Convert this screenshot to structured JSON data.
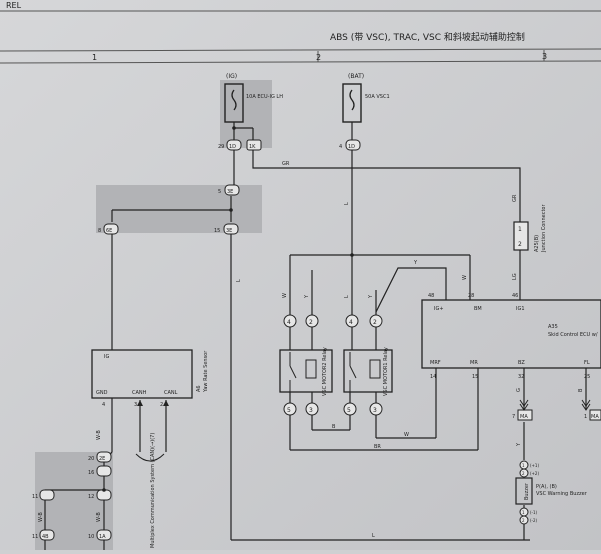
{
  "header": {
    "title": "ABS (带 VSC), TRAC, VSC 和斜坡起动辅助控制",
    "corner": "REL"
  },
  "columns": [
    "1",
    "2",
    "3"
  ],
  "fuses": {
    "ig_label": "(IG)",
    "ig_text": "10A ECU-IG LH",
    "bat_label": "(BAT)",
    "bat_text": "50A VSC1"
  },
  "pins": {
    "p29": "29",
    "p1d": "1D",
    "p1k": "1K",
    "p4": "4",
    "p1d2": "1D",
    "p5": "5",
    "p3e": "3E",
    "p8": "8",
    "p6e": "6E",
    "p15": "15",
    "p3e2": "3E",
    "p20": "20",
    "p2e": "2E",
    "p11a": "11",
    "p12": "12",
    "p16": "16",
    "p11b": "11",
    "p4b": "4B",
    "p10": "10",
    "p1a": "1A"
  },
  "wire_colors": {
    "gr": "GR",
    "l_a": "L",
    "l_b": "L",
    "y_top": "Y",
    "w1": "W",
    "y1": "Y",
    "l2": "L",
    "y2": "Y",
    "w3": "W",
    "b_bot": "B",
    "w_bot": "W",
    "br_bot": "BR",
    "g_right": "G",
    "b_right": "B",
    "y_right": "Y",
    "w_b1": "W-B",
    "w_b2": "W-B",
    "w_b3": "W-B",
    "lg": "LG",
    "gr_vert": "GR",
    "l_bottom": "L"
  },
  "relays": {
    "motor2_label": "VSC MOTOR2 Relay",
    "motor1_label": "VSC MOTOR1 Relay",
    "pins_left": [
      "4",
      "2",
      "5",
      "3"
    ],
    "pins_right": [
      "4",
      "2",
      "5",
      "3"
    ]
  },
  "connector": {
    "id": "A25(B)",
    "name": "Junction Connector",
    "pins": [
      "1",
      "2"
    ]
  },
  "yaw_sensor": {
    "id": "A6",
    "name": "Yaw Rate Sensor",
    "pin_ig": "IG",
    "pin_gnd": "GND",
    "pin_canh": "CANH",
    "pin_canl": "CANL",
    "num_4": "4",
    "num_3": "3",
    "num_2": "2"
  },
  "ecu": {
    "id": "A35",
    "name": "Skid Control ECU w/",
    "pins_top": [
      "IG+",
      "BM",
      "IG1"
    ],
    "nums_top": [
      "48",
      "28",
      "46"
    ],
    "pins_bottom": [
      "MRF",
      "MR",
      "BZ",
      "FL"
    ],
    "nums_bottom": [
      "14",
      "15",
      "32",
      "25"
    ]
  },
  "connectors_7": {
    "left": "7",
    "left_id": "MA",
    "right": "1",
    "right_id": "MA"
  },
  "buzzer": {
    "name": "Buzzer",
    "id": "P(A), (B)",
    "desc": "VSC Warning Buzzer",
    "pins": [
      "1",
      "2",
      "1",
      "2"
    ],
    "tags": [
      "(+1)",
      "(+2)",
      "(-1)",
      "(-2)"
    ]
  },
  "can_note": "Multiplex Communication System (CAN)(→)(7)"
}
